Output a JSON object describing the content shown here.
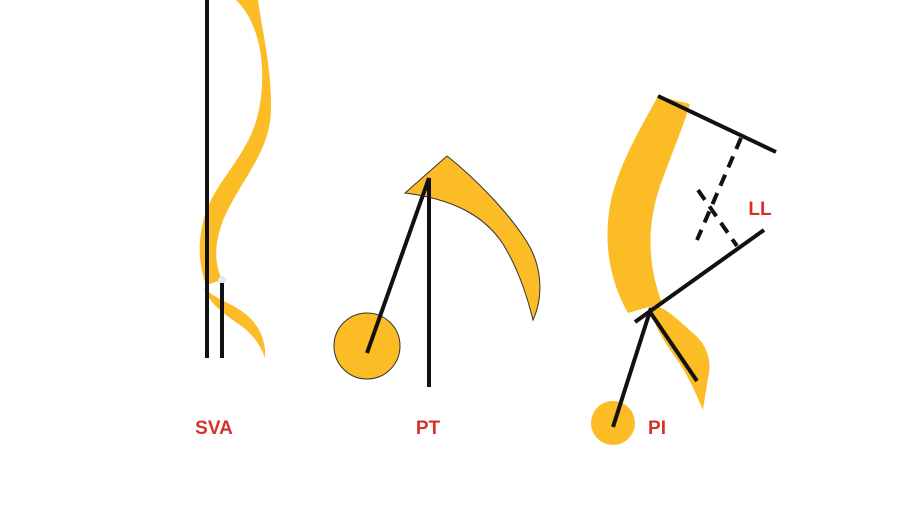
{
  "colors": {
    "bone": "#fbbc25",
    "line": "#111111",
    "label": "#d5322b",
    "background": "#ffffff"
  },
  "panels": [
    {
      "id": "sva",
      "label": "SVA"
    },
    {
      "id": "pt",
      "label": "PT"
    },
    {
      "id": "pi",
      "label": "PI"
    }
  ],
  "ll_label": "LL"
}
